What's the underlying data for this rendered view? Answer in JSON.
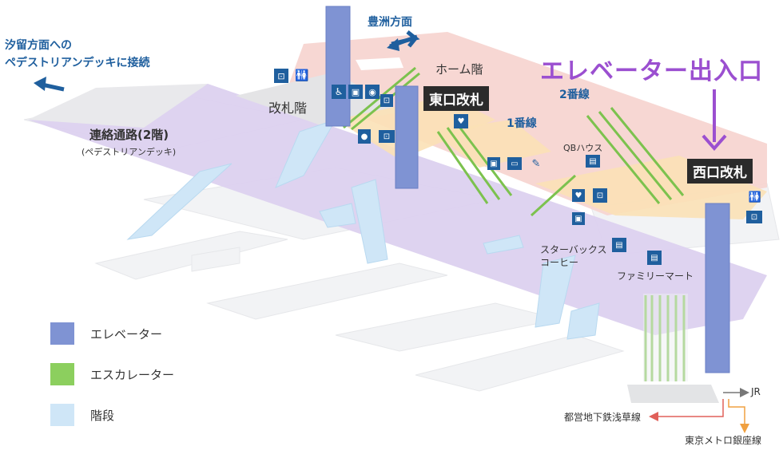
{
  "labels": {
    "toyosu": "豊洲方面",
    "shiodome_line1": "汐留方面への",
    "shiodome_line2": "ペデストリアンデッキに接続",
    "home_floor": "ホーム階",
    "ticket_floor": "改札階",
    "east_gate": "東口改札",
    "west_gate": "西口改札",
    "elevator_entrance": "エレベーター出入口",
    "platform2": "2番線",
    "platform1": "1番線",
    "qb_house": "QBハウス",
    "corridor": "連絡通路(2階)",
    "corridor_sub": "(ペデストリアンデッキ)",
    "starbucks_line1": "スターバックス",
    "starbucks_line2": "コーヒー",
    "familymart": "ファミリーマート",
    "jr": "JR",
    "asakusa": "都営地下鉄浅草線",
    "ginza": "東京メトロ銀座線"
  },
  "legend": [
    {
      "label": "エレベーター",
      "color": "#7a8fd0"
    },
    {
      "label": "エスカレーター",
      "color": "#8ccf5e"
    },
    {
      "label": "階段",
      "color": "#cfe6f7"
    }
  ],
  "colors": {
    "corridor": "#d9cfee",
    "home": "#f6d2cf",
    "concourse": "#fbe3b8",
    "accent_purple": "#9b4fd0",
    "arrow_blue": "#1f5f9e",
    "jr_arrow": "#777777",
    "asakusa_arrow": "#e0605a",
    "ginza_arrow": "#f0a040"
  },
  "icons": [
    "toilet-icon",
    "wheelchair-icon",
    "ticket-machine-icon",
    "aed-icon",
    "shop-icon",
    "escalator-icon",
    "locker-icon"
  ]
}
